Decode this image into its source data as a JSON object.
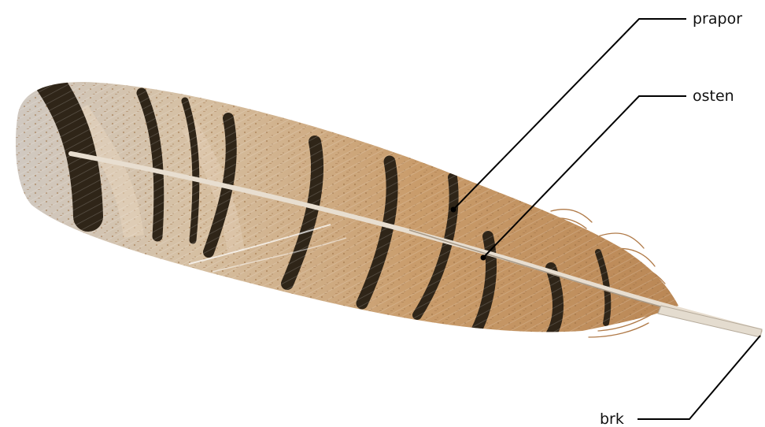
{
  "labels": {
    "vane": "prapor",
    "shaft": "osten",
    "quill": "brk"
  },
  "colors": {
    "vane_base": "#c49a6c",
    "vane_light": "#dcc3a2",
    "vane_grey": "#cfc9c3",
    "band_dark": "#2f2518",
    "speckle": "#9a6f44",
    "rachis": "#e8ded0",
    "leader_line": "#000000"
  }
}
